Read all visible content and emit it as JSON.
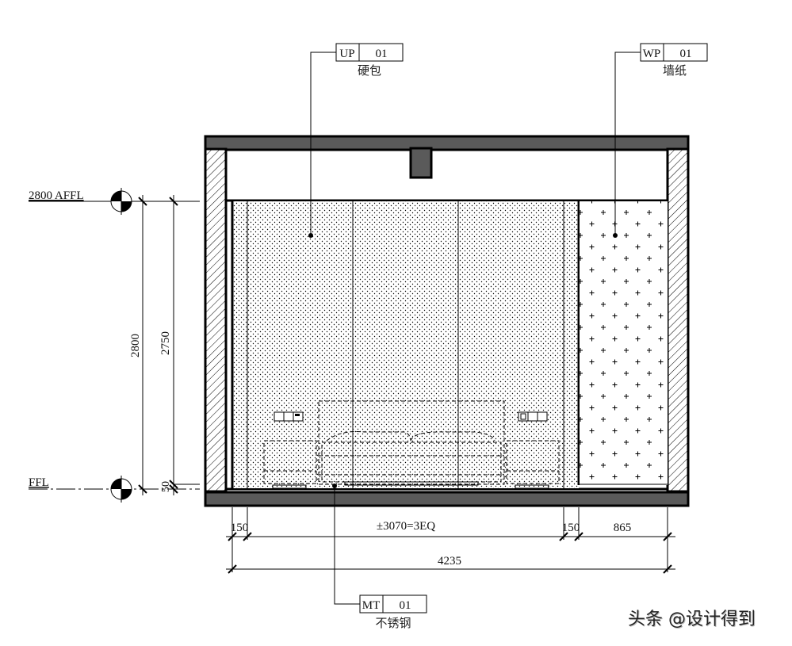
{
  "drawing": {
    "type": "interior-elevation",
    "background": "#ffffff",
    "colors": {
      "slab": "#5a5a5a",
      "line": "#000000",
      "hatch": "#000000"
    }
  },
  "levels": {
    "top": {
      "label": "2800 AFFL"
    },
    "floor": {
      "label": "FFL"
    }
  },
  "dimensions": {
    "vertical": {
      "overall": "2800",
      "finish": "2750",
      "base": "50"
    },
    "horizontal": {
      "left_trim": "150",
      "panels": "±3070=3EQ",
      "right_trim": "150",
      "wallpaper": "865",
      "overall": "4235"
    }
  },
  "material_tags": [
    {
      "code": "UP",
      "number": "01",
      "name": "硬包"
    },
    {
      "code": "WP",
      "number": "01",
      "name": "墙纸"
    },
    {
      "code": "MT",
      "number": "01",
      "name": "不锈钢"
    }
  ],
  "watermark": "头条 @设计得到"
}
